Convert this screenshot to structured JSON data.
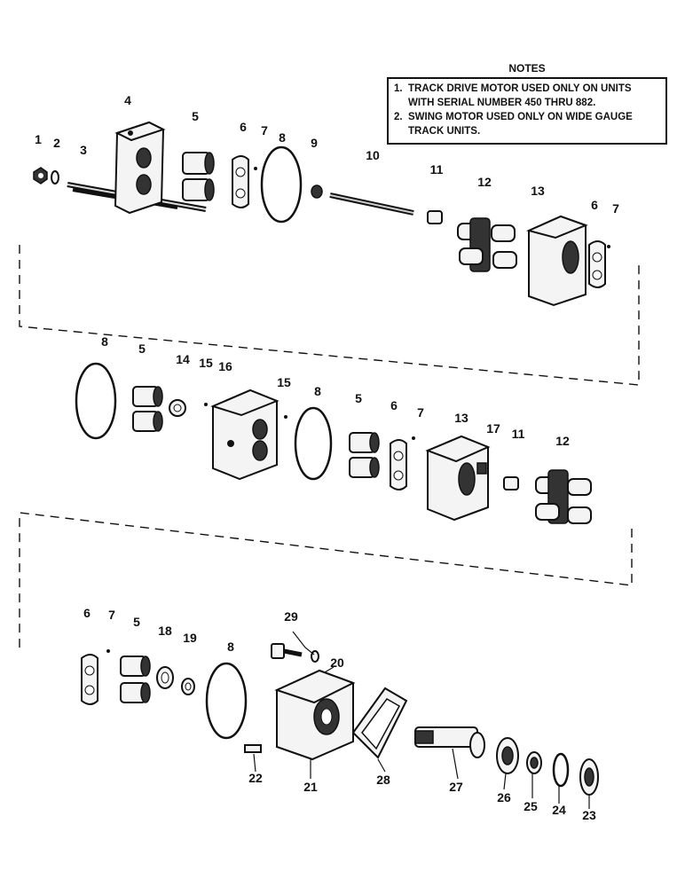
{
  "notes": {
    "title": "NOTES",
    "items": [
      {
        "num": "1.",
        "text": "TRACK DRIVE MOTOR USED ONLY ON UNITS WITH SERIAL NUMBER 450 THRU 882."
      },
      {
        "num": "2.",
        "text": "SWING MOTOR USED ONLY ON WIDE GAUGE TRACK UNITS."
      }
    ]
  },
  "labels": [
    "1",
    "2",
    "3",
    "4",
    "5",
    "6",
    "7",
    "8",
    "9",
    "10",
    "11",
    "12",
    "13",
    "6",
    "7",
    "8",
    "5",
    "14",
    "15",
    "16",
    "15",
    "8",
    "5",
    "6",
    "7",
    "13",
    "17",
    "11",
    "12",
    "6",
    "7",
    "5",
    "18",
    "19",
    "8",
    "29",
    "20",
    "22",
    "21",
    "28",
    "27",
    "26",
    "25",
    "24",
    "23"
  ]
}
